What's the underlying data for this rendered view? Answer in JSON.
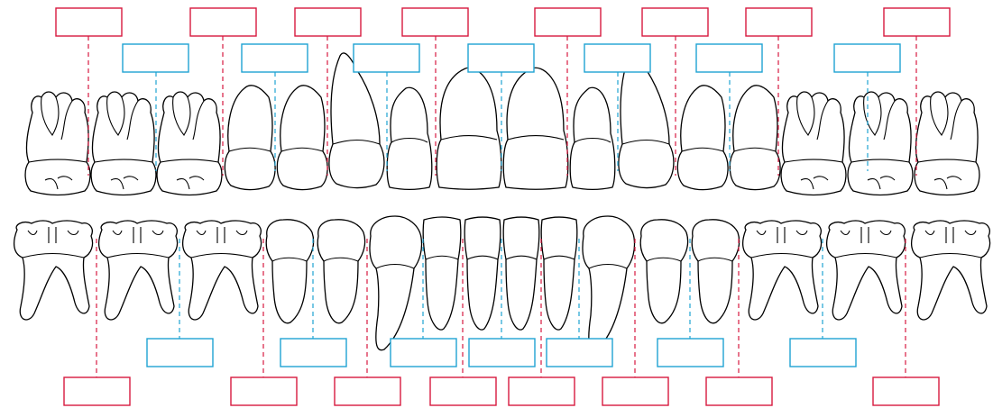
{
  "diagram": {
    "title": "",
    "colors": {
      "red_label": "#d7193f",
      "blue_label": "#1ea3d3",
      "outline": "#000000",
      "fill": "#ffffff"
    },
    "upper_teeth": [
      {
        "type": "molar"
      },
      {
        "type": "molar"
      },
      {
        "type": "molar"
      },
      {
        "type": "premolar"
      },
      {
        "type": "premolar"
      },
      {
        "type": "canine"
      },
      {
        "type": "lateral-incisor"
      },
      {
        "type": "central-incisor"
      },
      {
        "type": "central-incisor"
      },
      {
        "type": "lateral-incisor"
      },
      {
        "type": "canine"
      },
      {
        "type": "premolar"
      },
      {
        "type": "premolar"
      },
      {
        "type": "molar"
      },
      {
        "type": "molar"
      },
      {
        "type": "molar"
      }
    ],
    "lower_teeth": [
      {
        "type": "molar"
      },
      {
        "type": "molar"
      },
      {
        "type": "molar"
      },
      {
        "type": "premolar"
      },
      {
        "type": "premolar"
      },
      {
        "type": "canine"
      },
      {
        "type": "lateral-incisor"
      },
      {
        "type": "central-incisor"
      },
      {
        "type": "central-incisor"
      },
      {
        "type": "lateral-incisor"
      },
      {
        "type": "canine"
      },
      {
        "type": "premolar"
      },
      {
        "type": "premolar"
      },
      {
        "type": "molar"
      },
      {
        "type": "molar"
      },
      {
        "type": "molar"
      }
    ],
    "upper_red_labels": [
      "",
      "",
      "",
      "",
      "",
      "",
      "",
      ""
    ],
    "upper_blue_labels": [
      "",
      "",
      "",
      "",
      "",
      "",
      ""
    ],
    "lower_blue_labels": [
      "",
      "",
      "",
      "",
      "",
      "",
      ""
    ],
    "lower_red_labels": [
      "",
      "",
      "",
      "",
      "",
      "",
      "",
      "",
      ""
    ]
  }
}
